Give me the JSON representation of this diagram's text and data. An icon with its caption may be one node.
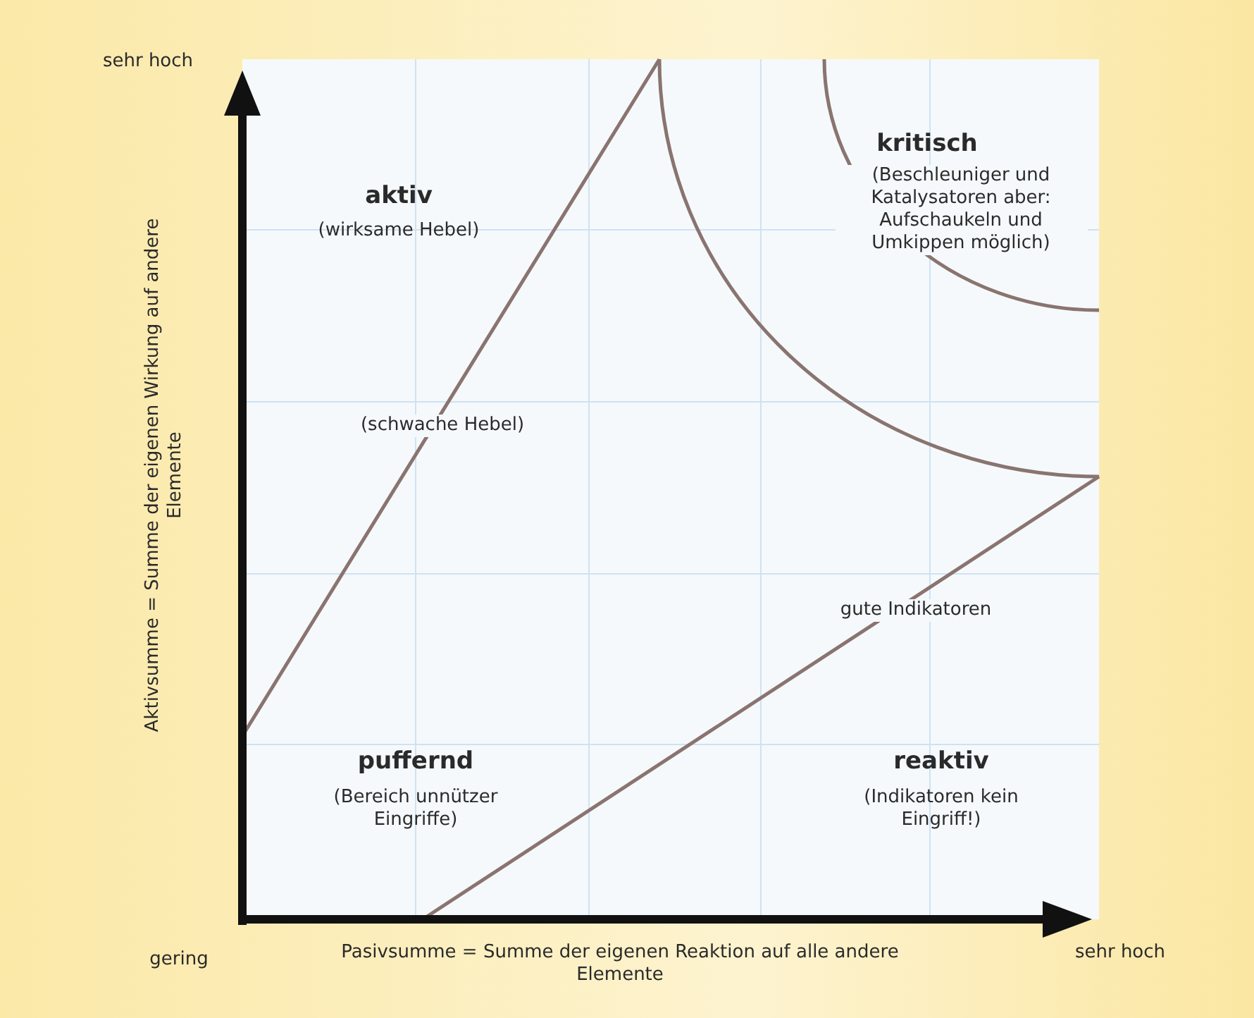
{
  "diagram": {
    "labels": [
      "sehr hoch",
      "kritisch",
      "(Beschleuniger und Katalysatoren aber: Aufschaukeln und Umkippen möglich)",
      "aktiv",
      "(wirksame Hebel)",
      "Aktivsumme = Summe der eigenen Wirkung auf andere Elemente",
      "(schwache Hebel)",
      "gute Indikatoren",
      "puffernd",
      "(Bereich unnützer Eingriffe)",
      "reaktiv",
      "(Indikatoren kein Eingriff!)",
      "gering",
      "Pasivsumme = Summe der eigenen Reaktion auf alle andere Elemente",
      "sehr hoch"
    ]
  }
}
